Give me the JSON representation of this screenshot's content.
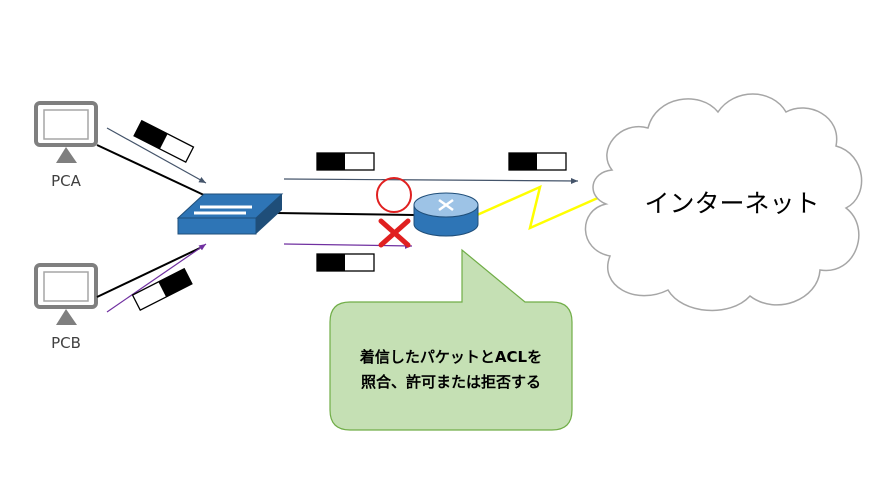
{
  "devices": {
    "pca_label": "PCA",
    "pcb_label": "PCB",
    "switch_icon": "switch-icon",
    "router_icon": "router-icon"
  },
  "cloud": {
    "label": "インターネット",
    "icon": "cloud-icon"
  },
  "callout": {
    "line1": "着信したパケットとACLを",
    "line2": "照合、許可または拒否する"
  },
  "markers": {
    "permit_icon": "circle-permit-icon",
    "deny_icon": "cross-deny-icon"
  },
  "colors": {
    "arrow_permit": "#44546a",
    "arrow_deny": "#7030a0",
    "device_blue": "#2e75b6",
    "router_blue": "#5b9bd5",
    "deny_red": "#e02020",
    "link_yellow": "#ffff00",
    "callout_fill": "#c5e0b4",
    "callout_border": "#70ad47"
  }
}
